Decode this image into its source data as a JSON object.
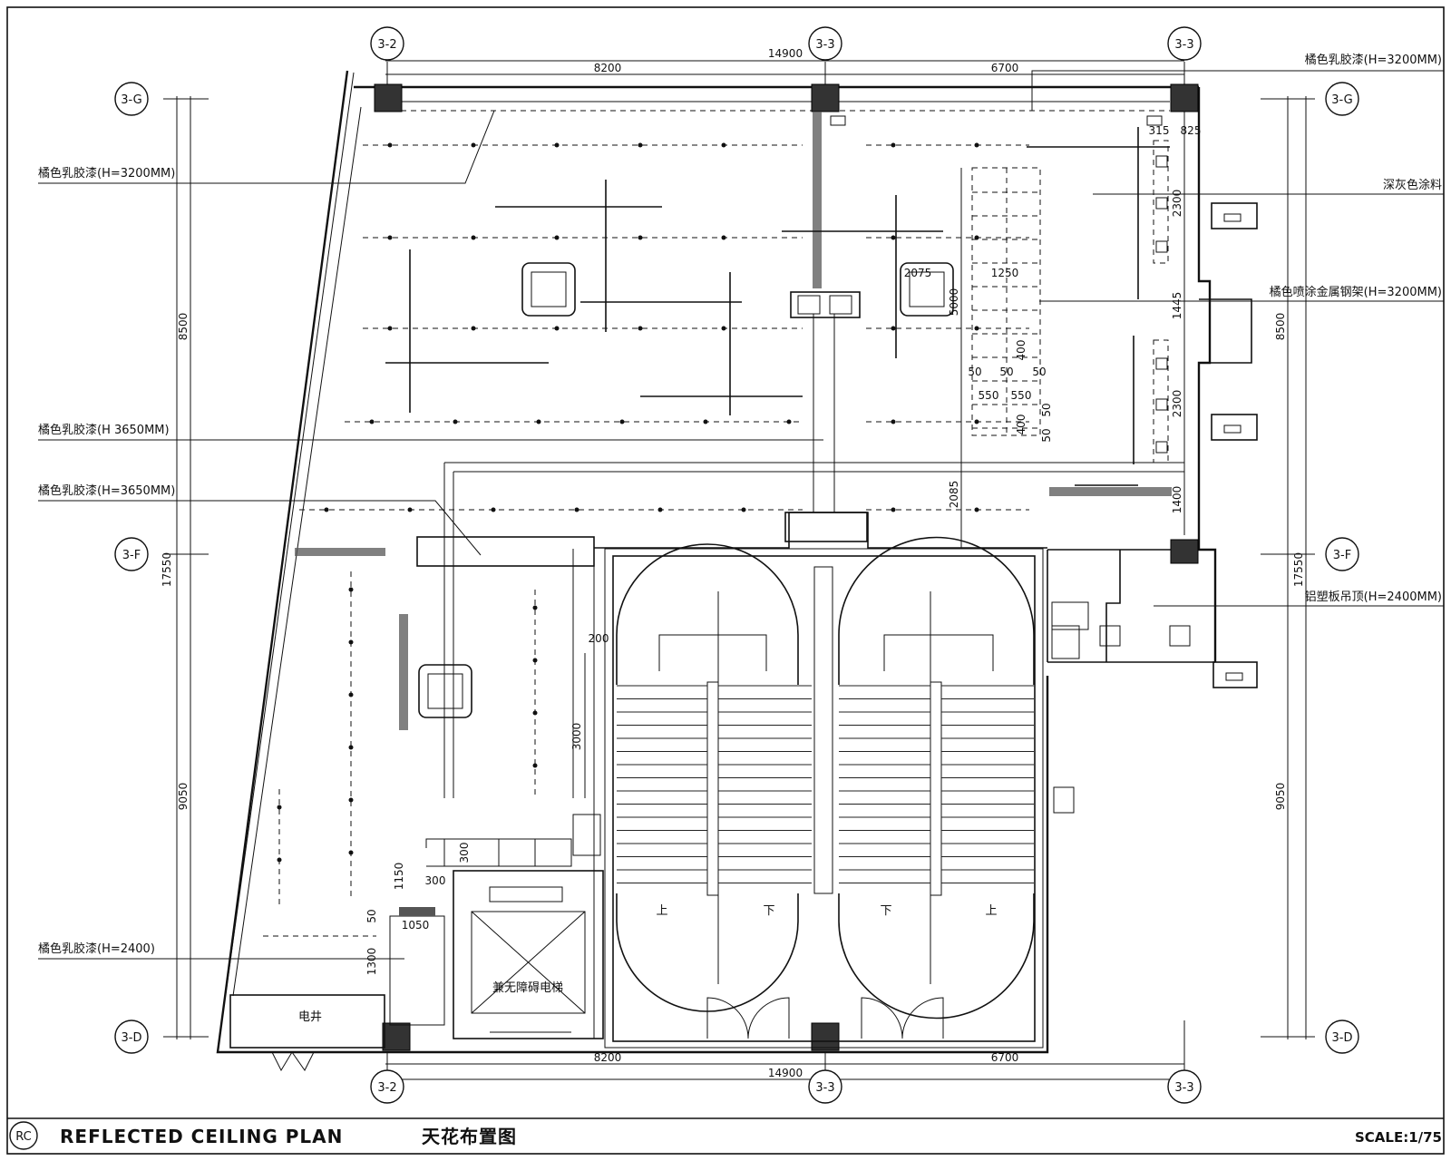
{
  "title": {
    "badge": "RC",
    "english": "REFLECTED CEILING PLAN",
    "chinese": "天花布置图",
    "scale": "SCALE:1/75"
  },
  "grid": {
    "top": [
      "3-2",
      "3-3",
      "3-3"
    ],
    "bottom": [
      "3-2",
      "3-3",
      "3-3"
    ],
    "left": [
      "3-G",
      "3-F",
      "3-D"
    ],
    "right": [
      "3-G",
      "3-F",
      "3-D"
    ]
  },
  "dims": {
    "top_total": "14900",
    "top_left": "8200",
    "top_right": "6700",
    "bottom_total": "14900",
    "bottom_left": "8200",
    "bottom_right": "6700",
    "left_upper": "8500",
    "left_total": "17550",
    "left_lower": "9050",
    "right_upper": "8500",
    "right_total": "17550",
    "right_lower": "9050",
    "d_315": "315",
    "d_825": "825",
    "d_2300a": "2300",
    "d_2075": "2075",
    "d_1250": "1250",
    "d_5000": "5000",
    "d_1445": "1445",
    "d_400a": "400",
    "d_50a": "50",
    "d_50b": "50",
    "d_50c": "50",
    "d_550a": "550",
    "d_550b": "550",
    "d_50d": "50",
    "d_400b": "400",
    "d_50e": "50",
    "d_2300b": "2300",
    "d_2085": "2085",
    "d_1400": "1400",
    "d_200": "200",
    "d_3000": "3000",
    "d_300a": "300",
    "d_1150": "1150",
    "d_300b": "300",
    "d_50f": "50",
    "d_1050": "1050",
    "d_1300": "1300"
  },
  "notes": {
    "n1": "橘色乳胶漆(H=3200MM)",
    "n2": "橘色乳胶漆(H=3200MM)",
    "n3": "深灰色涂料",
    "n4": "橘色喷涂金属钢架(H=3200MM)",
    "n5": "橘色乳胶漆(H 3650MM)",
    "n6": "橘色乳胶漆(H=3650MM)",
    "n7": "铝塑板吊顶(H=2400MM)",
    "n8": "橘色乳胶漆(H=2400)"
  },
  "rooms": {
    "elevator": "兼无障碍电梯",
    "shaft": "电井",
    "up_left": "上",
    "down_left": "下",
    "down_right": "下",
    "up_right": "上"
  }
}
